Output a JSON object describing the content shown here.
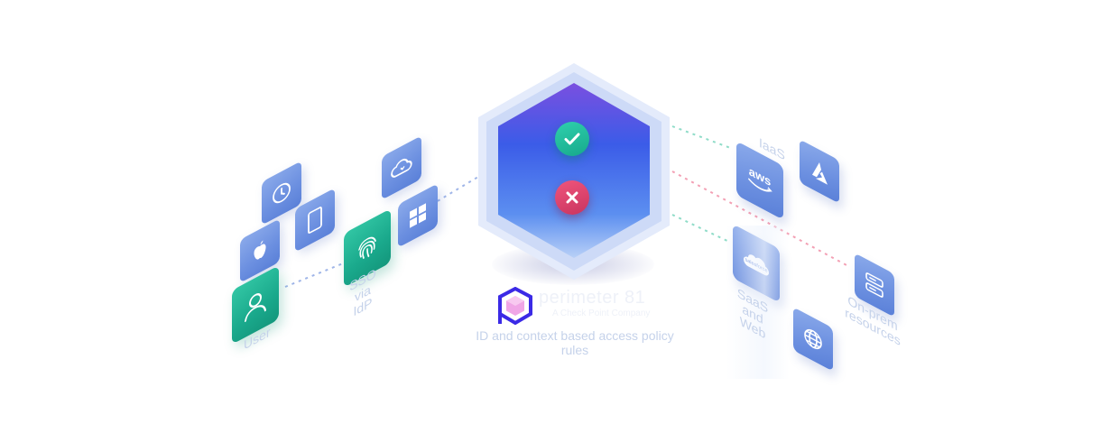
{
  "labels": {
    "user": "User",
    "sso": "SSO via IdP",
    "iaas": "IaaS",
    "saas": "SaaS and Web",
    "onprem": "On-prem resources",
    "caption": "ID and context based access policy rules"
  },
  "brand": {
    "name": "perimeter 81",
    "subtitle": "A Check Point Company"
  },
  "icons": {
    "left_tiles": [
      "clock-icon",
      "tablet-icon",
      "apple-icon",
      "user-icon",
      "fingerprint-icon",
      "cloud-icon",
      "windows-icon"
    ],
    "right_tiles": [
      "aws-icon",
      "azure-icon",
      "salesforce-icon",
      "globe-icon",
      "server-icon"
    ],
    "center": [
      "check-icon",
      "cross-icon"
    ]
  },
  "salesforce_text": "salesforce",
  "aws_text": "aws",
  "colors": {
    "tile_blue": "#6b8fe0",
    "tile_green": "#1aa98c",
    "hex_outer": "#dbe4f9",
    "hex_inner": "#4a5de6",
    "ok": "#2fd0ad",
    "deny": "#e0466f",
    "label": "#c5d2ea",
    "link_green": "#8fdcc8",
    "link_red": "#f3a0b4",
    "link_blue": "#9fb5e8"
  }
}
